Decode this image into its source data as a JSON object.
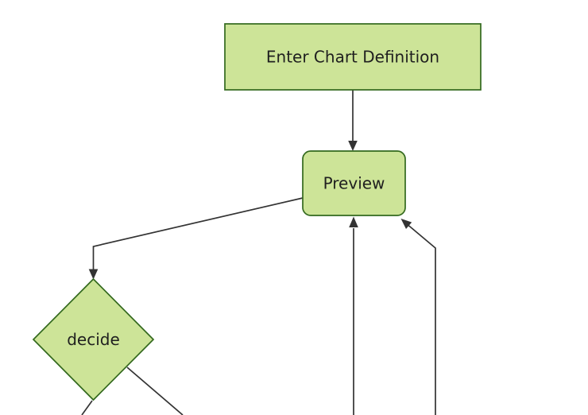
{
  "diagram": {
    "type": "flowchart",
    "direction": "top-down",
    "nodes": [
      {
        "id": "A",
        "label": "Enter Chart Definition",
        "shape": "rectangle"
      },
      {
        "id": "B",
        "label": "Preview",
        "shape": "rounded-rectangle"
      },
      {
        "id": "C",
        "label": "decide",
        "shape": "diamond"
      }
    ],
    "edges": [
      {
        "from": "Enter Chart Definition",
        "to": "Preview",
        "arrow": true
      },
      {
        "from": "Preview",
        "to": "decide",
        "arrow": true
      },
      {
        "from": "offscreen-bottom",
        "to": "Preview",
        "arrow": true
      },
      {
        "from": "offscreen-bottom-right",
        "to": "Preview",
        "arrow": true
      },
      {
        "from": "decide",
        "to": "offscreen-bottom-left",
        "arrow": false
      },
      {
        "from": "decide",
        "to": "offscreen-bottom-right",
        "arrow": false
      }
    ],
    "colors": {
      "node_fill": "#cde498",
      "node_border": "#33691e",
      "line": "#333333",
      "text": "#1f1f1f",
      "background": "#ffffff"
    }
  }
}
